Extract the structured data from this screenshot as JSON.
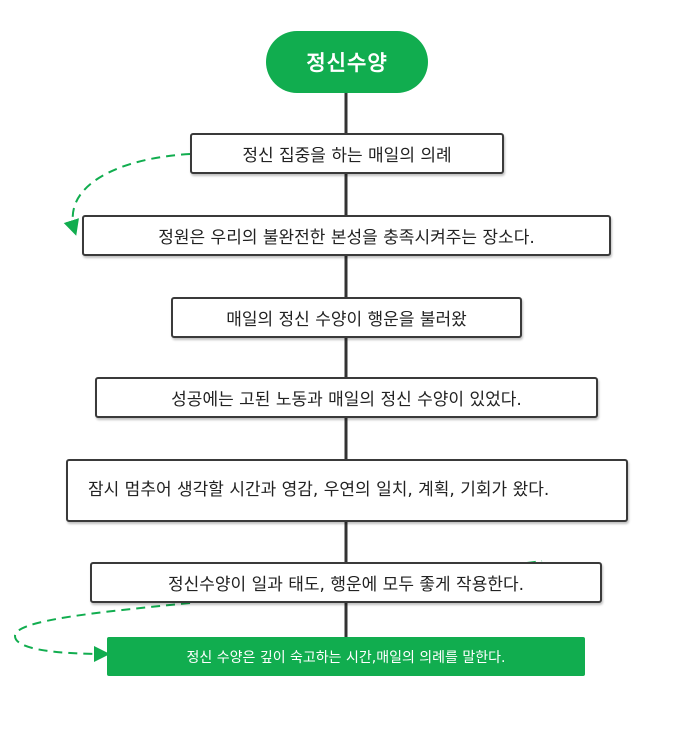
{
  "start": {
    "label": "정신수양"
  },
  "steps": [
    "정신 집중을 하는 매일의 의례",
    "정원은 우리의 불완전한 본성을 충족시켜주는 장소다.",
    "매일의 정신 수양이 행운을 불러왔",
    "성공에는 고된 노동과 매일의 정신 수양이 있었다.",
    "잠시 멈추어 생각할 시간과 영감, 우연의 일치, 계획, 기회가 왔다.",
    "정신수양이 일과 태도, 행운에 모두 좋게 작용한다."
  ],
  "note": {
    "label": "정신 수양은 깊이 숙고하는 시간,매일의 의례를 말한다."
  },
  "colors": {
    "accent": "#11ad4f",
    "line": "#333333",
    "border": "#3a3a3a"
  }
}
